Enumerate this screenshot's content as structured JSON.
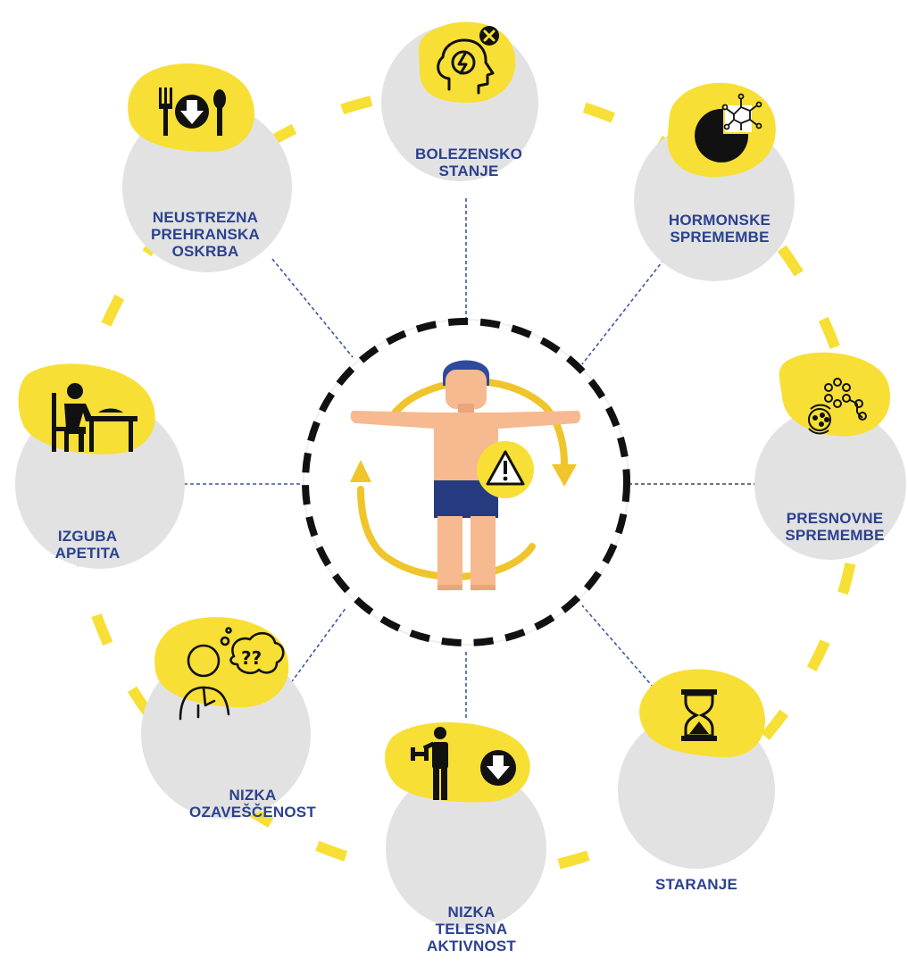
{
  "colors": {
    "accent_yellow": "#f7df35",
    "circle_gray": "#e2e2e2",
    "label_blue": "#2b4190",
    "connector_blue": "#3d56a2",
    "icon_black": "#111111",
    "skin": "#f7b98f",
    "hair": "#2d4a9e",
    "shorts": "#263a7f"
  },
  "factors": [
    {
      "id": "illness",
      "lines": [
        "BOLEZENSKO",
        "STANJE"
      ],
      "icon": "head-lightning-icon"
    },
    {
      "id": "hormones",
      "lines": [
        "HORMONSKE",
        "SPREMEMBE"
      ],
      "icon": "molecule-pie-icon"
    },
    {
      "id": "metabolism",
      "lines": [
        "PRESNOVNE",
        "SPREMEMBE"
      ],
      "icon": "metabolism-molecule-icon"
    },
    {
      "id": "aging",
      "lines": [
        "STARANJE"
      ],
      "icon": "hourglass-icon"
    },
    {
      "id": "activity",
      "lines": [
        "NIZKA",
        "TELESNA",
        "AKTIVNOST"
      ],
      "icon": "dumbbell-down-icon"
    },
    {
      "id": "awareness",
      "lines": [
        "NIZKA",
        "OZAVEŠČENOST"
      ],
      "icon": "thinking-person-icon"
    },
    {
      "id": "appetite",
      "lines": [
        "IZGUBA",
        "APETITA"
      ],
      "icon": "person-at-table-icon"
    },
    {
      "id": "nutrition",
      "lines": [
        "NEUSTREZNA",
        "PREHRANSKA",
        "OSKRBA"
      ],
      "icon": "fork-spoon-down-icon"
    }
  ],
  "center": {
    "icon": "person-warning-cycle-icon"
  }
}
